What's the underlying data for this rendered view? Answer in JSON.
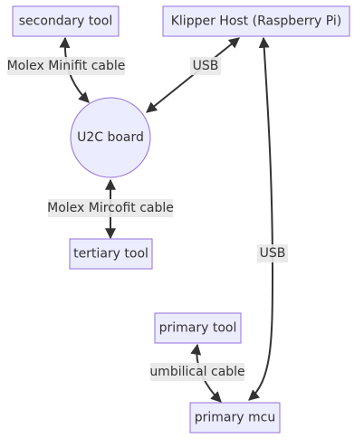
{
  "colors": {
    "node_fill": "#ECECFF",
    "node_stroke": "#9370DB",
    "edge": "#333333",
    "label_bg": "#e8e8e8",
    "text": "#333333"
  },
  "nodes": {
    "secondary_tool": "secondary tool",
    "klipper_host": "Klipper Host (Raspberry Pi)",
    "u2c_board": "U2C board",
    "tertiary_tool": "tertiary tool",
    "primary_tool": "primary tool",
    "primary_mcu": "primary mcu"
  },
  "edges": [
    {
      "from": "secondary tool",
      "to": "U2C board",
      "label": "Molex Minifit cable",
      "bidirectional": true
    },
    {
      "from": "Klipper Host (Raspberry Pi)",
      "to": "U2C board",
      "label": "USB",
      "bidirectional": true
    },
    {
      "from": "U2C board",
      "to": "tertiary tool",
      "label": "Molex Mircofit cable",
      "bidirectional": true
    },
    {
      "from": "Klipper Host (Raspberry Pi)",
      "to": "primary mcu",
      "label": "USB",
      "bidirectional": true
    },
    {
      "from": "primary tool",
      "to": "primary mcu",
      "label": "umbilical cable",
      "bidirectional": true
    }
  ]
}
